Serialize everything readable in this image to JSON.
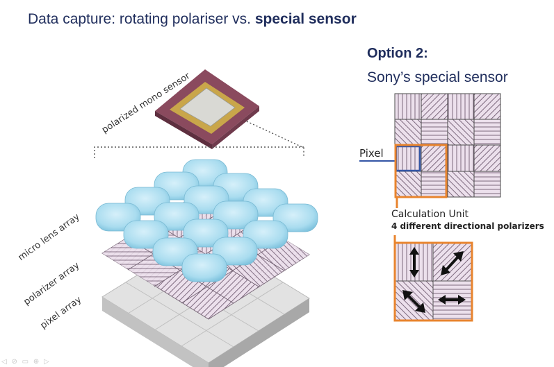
{
  "slide": {
    "title_prefix": "Data capture: rotating polariser vs. ",
    "title_bold": "special sensor",
    "option_label": "Option 2:",
    "option_subtitle": "Sony’s special sensor"
  },
  "left_diagram": {
    "sensor_label": "polarized mono sensor",
    "layer_labels": [
      "micro lens array",
      "polarizer array",
      "pixel array"
    ]
  },
  "right_diagram": {
    "pixel_label": "Pixel",
    "calc_title": "Calculation Unit",
    "calc_subtitle": "4 different directional polarizers",
    "arrow_icons": [
      "vertical-double-arrow-icon",
      "diagonal-ne-double-arrow-icon",
      "diagonal-nw-double-arrow-icon",
      "horizontal-double-arrow-icon"
    ]
  },
  "colors": {
    "title": "#1f2d5c",
    "highlight_orange": "#e8842e",
    "pixel_blue": "#3355a5",
    "lens_blue": "#a8dbef",
    "polarizer_pink": "#e7d6e6",
    "sensor_chip": "#8a4a5e"
  },
  "controls": {
    "slide_control_glyphs": "◁ ⊘ ▭ ⊕ ▷"
  }
}
